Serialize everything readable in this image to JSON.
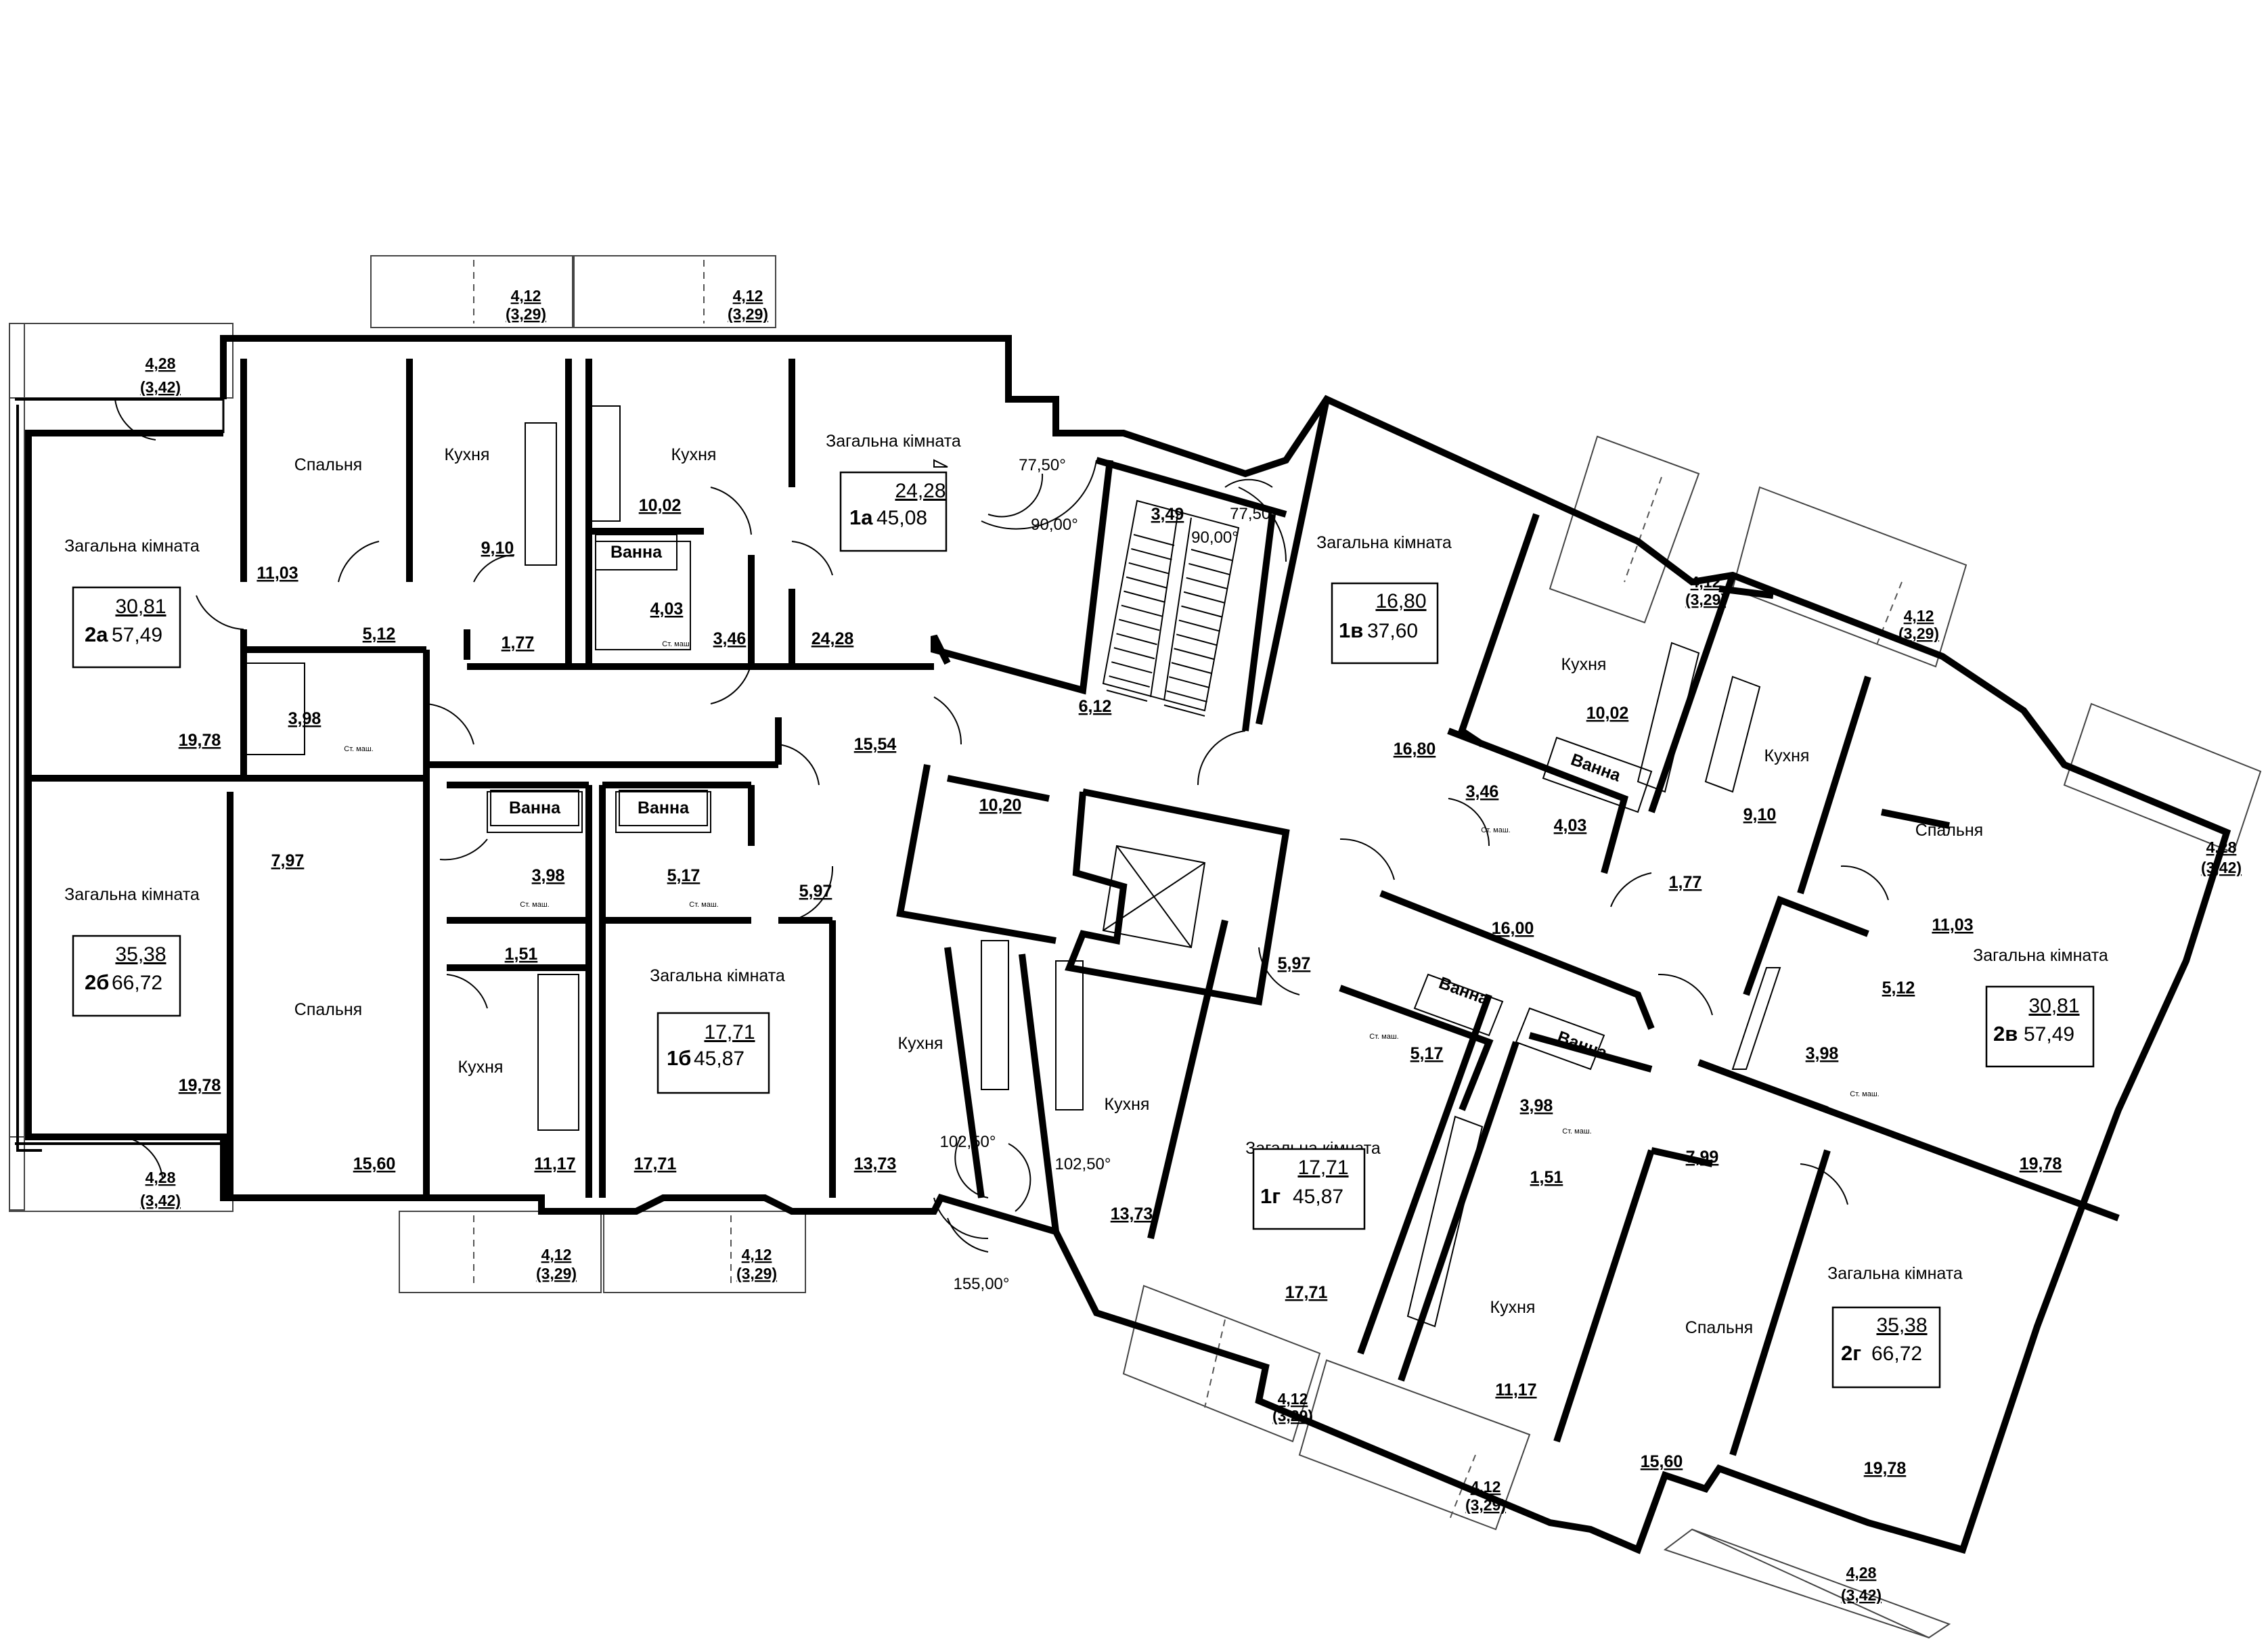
{
  "rooms": {
    "r_2a_zag": "Загальна кімната",
    "r_2a_sp": "Спальня",
    "r_1a_kux_a": "Кухня",
    "r_1a_kux_b": "Кухня",
    "r_1a_zag": "Загальна кімната",
    "r_2b_zag": "Загальна кімната",
    "r_2b_sp": "Спальня",
    "r_2b_kux": "Кухня",
    "r_1b_zag": "Загальна кімната",
    "r_1b_kux": "Кухня",
    "r_cen_kux": "Кухня",
    "r_1v_zag": "Загальна кімната",
    "r_1v_kux": "Кухня",
    "r_2v_kux": "Кухня",
    "r_2v_sp": "Спальня",
    "r_2v_zag": "Загальна кімната",
    "r_1g_zag": "Загальна кімната",
    "r_1g_kux": "Кухня",
    "r_2g_sp": "Спальня",
    "r_2g_zag": "Загальна кімната"
  },
  "baths": [
    "Ванна",
    "Ванна",
    "Ванна",
    "Ванна",
    "Ванна",
    "Ванна"
  ],
  "small_labels": [
    "Ст. маш.",
    "Ст. маш.",
    "Ст. маш.",
    "Ст. маш.",
    "Ст. маш.",
    "Ст. маш.",
    "Ст. маш.",
    "Ст. маш."
  ],
  "areas": [
    "11,03",
    "9,10",
    "10,02",
    "4,03",
    "1,77",
    "5,12",
    "3,98",
    "19,78",
    "3,46",
    "24,28",
    "3,49",
    "6,12",
    "15,54",
    "10,20",
    "16,80",
    "10,02",
    "3,46",
    "4,03",
    "9,10",
    "1,77",
    "7,97",
    "3,98",
    "1,51",
    "5,17",
    "5,97",
    "15,60",
    "11,17",
    "17,71",
    "13,73",
    "13,73",
    "19,78",
    "16,00",
    "11,03",
    "5,12",
    "3,98",
    "19,78",
    "5,97",
    "5,17",
    "3,98",
    "1,51",
    "7,99",
    "17,71",
    "11,17",
    "15,60",
    "19,78"
  ],
  "angles": [
    "77,50°",
    "90,00°",
    "77,50°",
    "90,00°",
    "102,50°",
    "102,50°",
    "155,00°"
  ],
  "balconies": [
    {
      "area": "4,28",
      "sub": "(3,42)"
    },
    {
      "area": "4,12",
      "sub": "(3,29)"
    },
    {
      "area": "4,12",
      "sub": "(3,29)"
    },
    {
      "area": "4,12",
      "sub": "(3,29)"
    },
    {
      "area": "4,12",
      "sub": "(3,29)"
    },
    {
      "area": "4,28",
      "sub": "(3,42)"
    },
    {
      "area": "4,12",
      "sub": "(3,29)"
    },
    {
      "area": "4,12",
      "sub": "(3,29)"
    },
    {
      "area": "4,12",
      "sub": "(3,29)"
    },
    {
      "area": "4,12",
      "sub": "(3,29)"
    },
    {
      "area": "4,28",
      "sub": "(3,42)"
    },
    {
      "area": "4,28",
      "sub": "(3,42)"
    }
  ],
  "apartments": {
    "a2a": {
      "living": "30,81",
      "id": "2а",
      "total": "57,49"
    },
    "a1a": {
      "living": "24,28",
      "id": "1а",
      "total": "45,08"
    },
    "a2b": {
      "living": "35,38",
      "id": "2б",
      "total": "66,72"
    },
    "a1b": {
      "living": "17,71",
      "id": "1б",
      "total": "45,87"
    },
    "a1v": {
      "living": "16,80",
      "id": "1в",
      "total": "37,60"
    },
    "a2v": {
      "living": "30,81",
      "id": "2в",
      "total": "57,49"
    },
    "a1g": {
      "living": "17,71",
      "id": "1г",
      "total": "45,87"
    },
    "a2g": {
      "living": "35,38",
      "id": "2г",
      "total": "66,72"
    }
  }
}
